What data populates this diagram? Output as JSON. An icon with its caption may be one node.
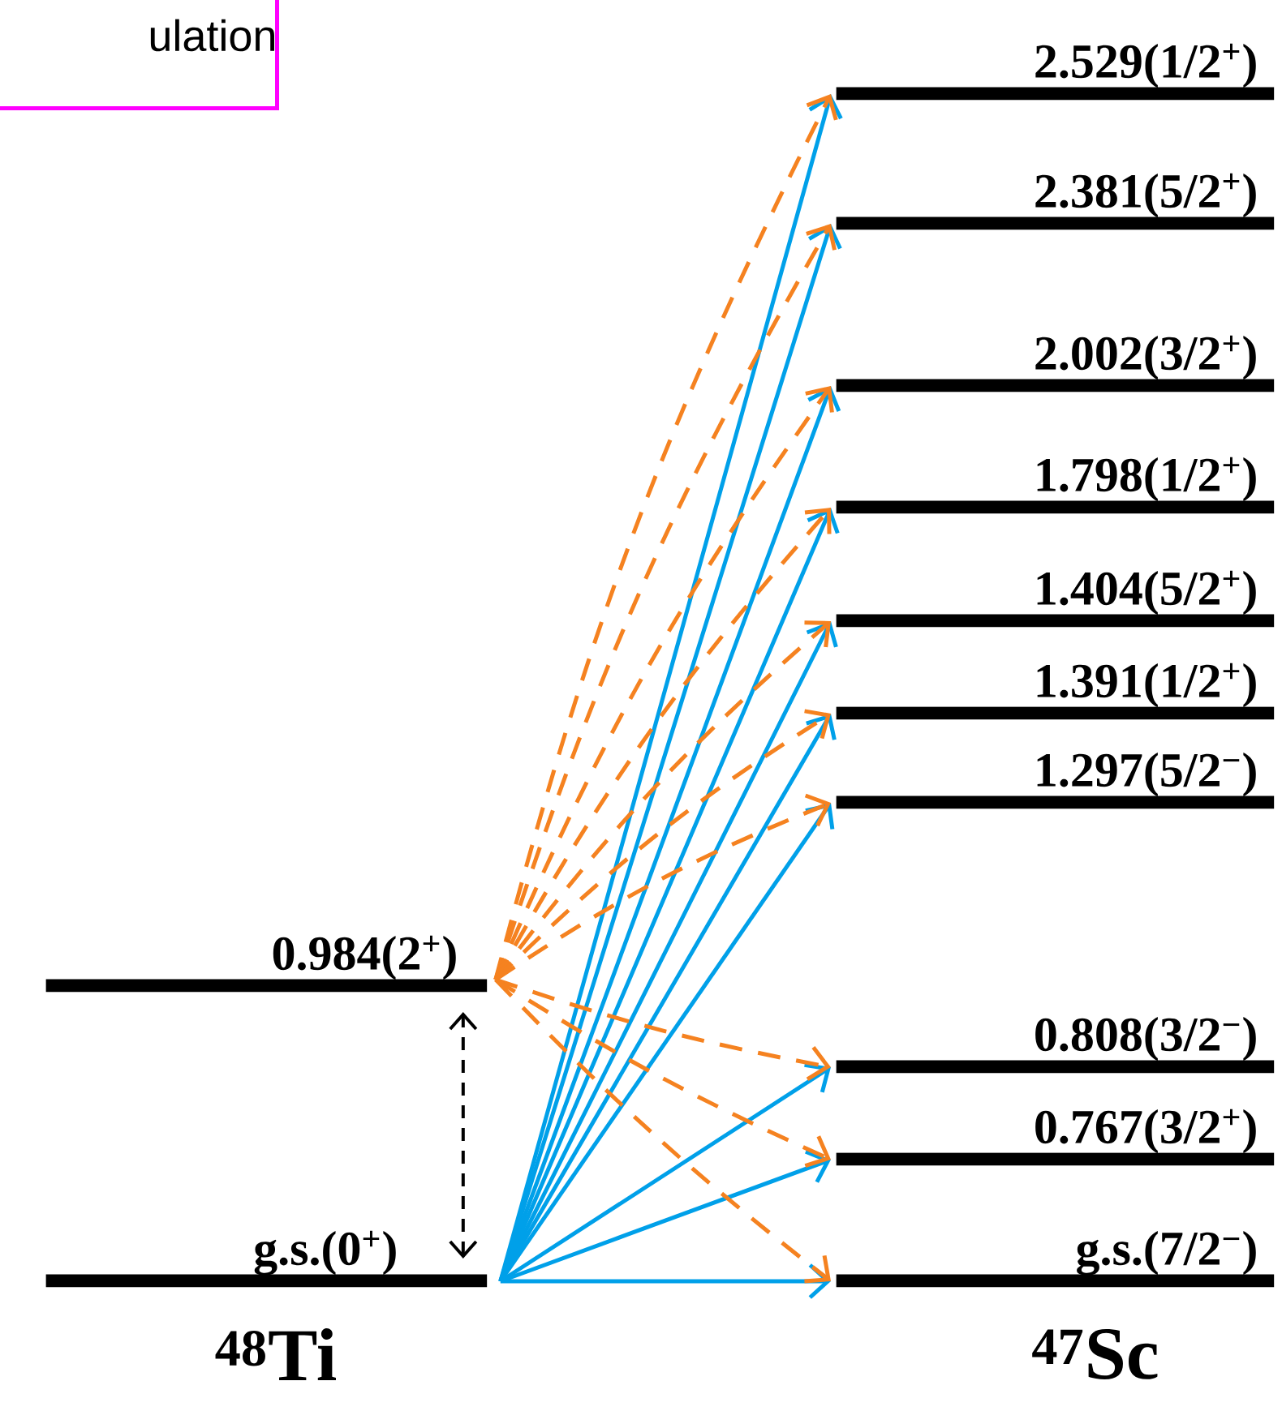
{
  "diagram": {
    "nodes": [
      {
        "text": [
          "ulation"
        ]
      },
      {
        "text": [
          "0.984(2$^{+}$)"
        ]
      },
      {
        "text": [
          "g.s.(0$^{+}$)"
        ]
      },
      {
        "text": [
          "2.529(1/2$^{+}$)"
        ]
      },
      {
        "text": [
          "2.381(5/2$^{+}$)"
        ]
      },
      {
        "text": [
          "2.002(3/2$^{+}$)"
        ]
      },
      {
        "text": [
          "1.798(1/2$^{+}$)"
        ]
      },
      {
        "text": [
          "1.404(5/2$^{+}$)"
        ]
      },
      {
        "text": [
          "1.391(1/2$^{+}$)"
        ]
      },
      {
        "text": [
          "1.297(5/2$^{−}$)"
        ]
      },
      {
        "text": [
          "0.808(3/2$^{−}$)"
        ]
      },
      {
        "text": [
          "0.767(3/2$^{+}$)"
        ]
      },
      {
        "text": [
          "g.s.(7/2$^{−}$)"
        ]
      }
    ],
    "edges": [
      {
        "from": 2,
        "to": 1,
        "arrow": "both",
        "style": "dashed",
        "color": "#000000"
      },
      {
        "from": 2,
        "to": 3,
        "arrow": "to"
      },
      {
        "from": 2,
        "to": 4,
        "arrow": "to"
      },
      {
        "from": 2,
        "to": 5,
        "arrow": "to"
      },
      {
        "from": 2,
        "to": 6,
        "arrow": "to"
      },
      {
        "from": 2,
        "to": 7,
        "arrow": "to"
      },
      {
        "from": 2,
        "to": 8,
        "arrow": "to"
      },
      {
        "from": 2,
        "to": 9,
        "arrow": "to"
      },
      {
        "from": 2,
        "to": 10,
        "arrow": "to"
      },
      {
        "from": 2,
        "to": 11,
        "arrow": "to"
      },
      {
        "from": 2,
        "to": 12,
        "arrow": "to"
      },
      {
        "from": 1,
        "to": 3,
        "arrow": "to",
        "style": "dashed",
        "color": "#f58220"
      },
      {
        "from": 1,
        "to": 4,
        "arrow": "to",
        "style": "dashed",
        "color": "#f58220"
      },
      {
        "from": 1,
        "to": 5,
        "arrow": "to",
        "style": "dashed",
        "color": "#f58220"
      },
      {
        "from": 1,
        "to": 6,
        "arrow": "to",
        "style": "dashed",
        "color": "#f58220"
      },
      {
        "from": 1,
        "to": 7,
        "arrow": "to",
        "style": "dashed",
        "color": "#f58220"
      },
      {
        "from": 1,
        "to": 8,
        "arrow": "to",
        "style": "dashed",
        "color": "#f58220"
      },
      {
        "from": 1,
        "to": 9,
        "arrow": "to",
        "style": "dashed",
        "color": "#f58220"
      },
      {
        "from": 1,
        "to": 10,
        "arrow": "to",
        "style": "dashed",
        "color": "#f58220"
      },
      {
        "from": 1,
        "to": 11,
        "arrow": "to",
        "style": "dashed",
        "color": "#f58220"
      },
      {
        "from": 1,
        "to": 12,
        "arrow": "to",
        "style": "dashed",
        "color": "#f58220"
      }
    ],
    "labels": [
      "$^{48}$Ti",
      "$^{47}$Sc"
    ]
  }
}
